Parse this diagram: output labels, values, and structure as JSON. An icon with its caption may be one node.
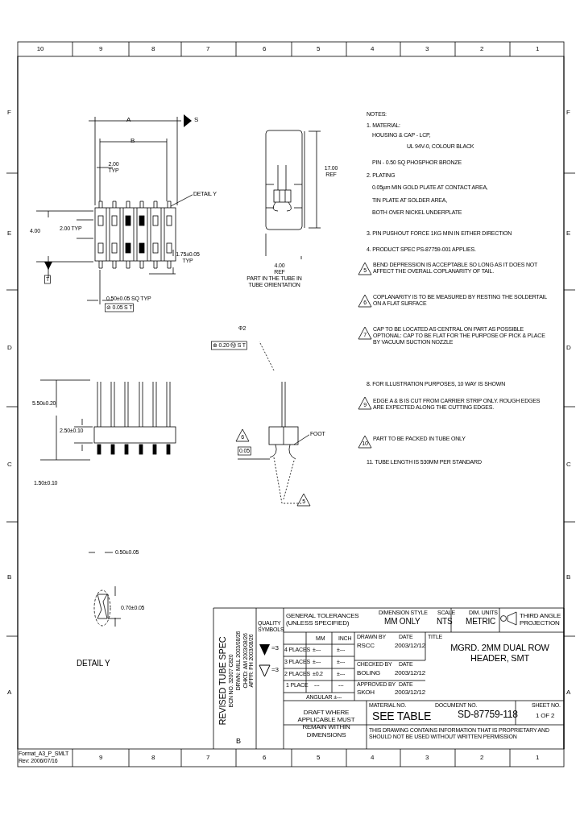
{
  "diagram": {
    "nodes": [
      {
        "text": [
          "DETAIL Y"
        ]
      },
      {
        "text": [
          "FOOT"
        ]
      }
    ],
    "edges": [
      {
        "from": 0,
        "to": null,
        "arrow": "none"
      },
      {
        "from": 1,
        "to": null,
        "arrow": "none"
      }
    ],
    "labels": [
      "10",
      "9",
      "8",
      "7",
      "6",
      "5",
      "4",
      "3",
      "2",
      "1",
      "F",
      "E",
      "D",
      "C",
      "B",
      "A",
      "F",
      "E",
      "D",
      "C",
      "B",
      "A",
      "A",
      "S",
      "B",
      "2.00 TYP",
      "4.00",
      "2.00 TYP",
      "1.75±0.05 TYP",
      "T",
      "0.50±0.05 SQ TYP",
      "⊘ 0.05 S T",
      "17.00 REF",
      "4.00 REF",
      "PART IN THE TUBE IN TUBE ORIENTATION",
      "Φ2",
      "⊕ 0.20 Ⓜ S T",
      "5.50±0.20",
      "2.50±0.10",
      "1.50±0.10",
      "6",
      "0.05",
      "5",
      "0.50±0.05",
      "0.70±0.05",
      "DETAIL Y",
      "NOTES:",
      "1. MATERIAL:",
      "HOUSING & CAP - LCP,",
      "UL 94V-0, COLOUR BLACK",
      "PIN - 0.50 SQ PHOSPHOR BRONZE",
      "2. PLATING",
      "0.05µm MIN GOLD PLATE AT CONTACT AREA,",
      "TIN PLATE AT SOLDER AREA,",
      "BOTH OVER NICKEL UNDERPLATE",
      "3. PIN PUSHOUT FORCE 1KG MIN IN EITHER DIRECTION",
      "4. PRODUCT SPEC PS-87759-001 APPLIES.",
      "5",
      "BEND DEPRESSION IS ACCEPTABLE SO LONG AS IT DOES NOT AFFECT THE OVERALL COPLANARITY OF TAIL.",
      "6",
      "COPLANARITY IS TO BE MEASURED BY RESTING THE SOLDERTAIL ON A FLAT SURFACE",
      "7",
      "CAP TO BE LOCATED AS CENTRAL ON PART AS POSSIBLE OPTIONAL: CAP TO BE FLAT FOR THE PURPOSE OF PICK & PLACE BY VACUUM SUCTION NOZZLE",
      "8. FOR ILLUSTRATION PURPOSES, 10 WAY IS SHOWN",
      "9",
      "EDGE A & B IS CUT FROM CARRIER STRIP ONLY. ROUGH EDGES ARE EXPECTED ALONG THE CUTTING EDGES.",
      "10",
      "PART TO BE PACKED IN TUBE ONLY",
      "11. TUBE LENGTH IS 530MM PER STANDARD",
      "REVISED TUBE SPEC",
      "ECN NO. 32007 C820",
      "DRWN: MILL 2003/08/26",
      "CHK'D: AM 2003/08/26",
      "APPR: PH 2003/08/26",
      "B",
      "QUALITY SYMBOLS",
      "GENERAL TOLERANCES (UNLESS SPECIFIED)",
      "DIMENSION STYLE",
      "MM ONLY",
      "SCALE",
      "NTS",
      "DIM. UNITS",
      "METRIC",
      "THIRD ANGLE PROJECTION",
      "MM",
      "INCH",
      "4 PLACES",
      "±---",
      "±---",
      "3 PLACES",
      "±---",
      "±---",
      "2 PLACES",
      "±0.2",
      "±---",
      "1 PLACE",
      "---",
      "---",
      "ANGULAR ±---",
      "=3",
      "=3",
      "DRAWN BY",
      "RSCC",
      "DATE",
      "2003/12/12",
      "TITLE",
      "MGRD. 2MM DUAL ROW HEADER, SMT",
      "CHECKED BY",
      "BOLING",
      "DATE",
      "2003/12/12",
      "APPROVED BY",
      "SKOH",
      "DATE",
      "2003/12/12",
      "MATERIAL NO.",
      "SEE TABLE",
      "DOCUMENT NO.",
      "SD-87759-118",
      "SHEET NO.",
      "1 OF 2",
      "DRAFT WHERE APPLICABLE MUST REMAIN WITHIN DIMENSIONS",
      "THIS DRAWING CONTAINS INFORMATION THAT IS PROPRIETARY AND SHOULD NOT BE USED WITHOUT WRITTEN PERMISSION",
      "9",
      "8",
      "7",
      "6",
      "5",
      "4",
      "3",
      "2",
      "1",
      "Format_A3_P_SMLT",
      "Rev: 2006/07/16"
    ]
  }
}
